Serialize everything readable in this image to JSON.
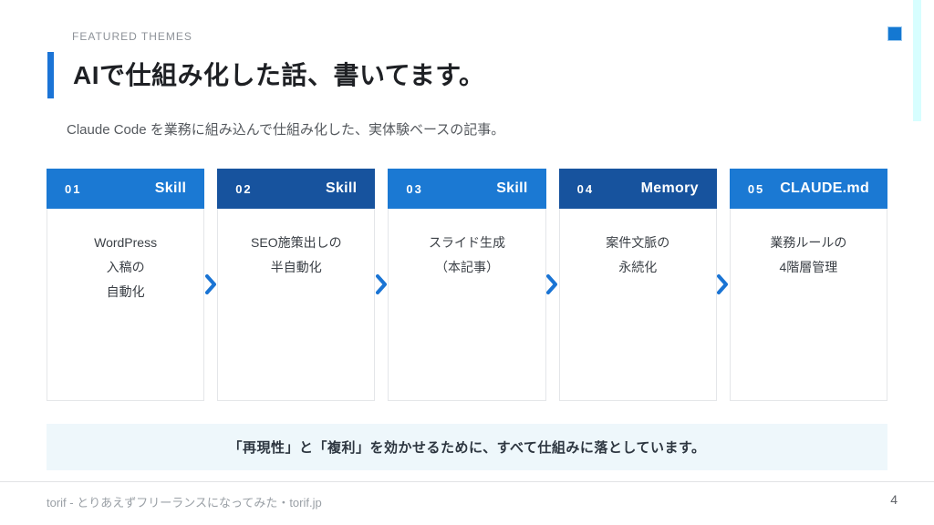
{
  "slide": {
    "eyebrow": "FEATURED THEMES",
    "title": "AIで仕組み化した話、書いてます。",
    "subtitle": "Claude Code を業務に組み込んで仕組み化した、実体験ベースの記事。",
    "banner": "「再現性」と「複利」を効かせるために、すべて仕組みに落としています。",
    "footer": "torif - とりあえずフリーランスになってみた・torif.jp",
    "page_number": "4"
  },
  "cards": [
    {
      "number": "01",
      "tag": "Skill",
      "variant": "light",
      "lines": [
        "WordPress",
        "入稿の",
        "自動化"
      ]
    },
    {
      "number": "02",
      "tag": "Skill",
      "variant": "dark",
      "lines": [
        "SEO施策出しの",
        "半自動化"
      ]
    },
    {
      "number": "03",
      "tag": "Skill",
      "variant": "light",
      "lines": [
        "スライド生成",
        "（本記事）"
      ]
    },
    {
      "number": "04",
      "tag": "Memory",
      "variant": "dark",
      "lines": [
        "案件文脈の",
        "永続化"
      ]
    },
    {
      "number": "05",
      "tag": "CLAUDE.md",
      "variant": "light",
      "lines": [
        "業務ルールの",
        "4階層管理"
      ]
    }
  ],
  "icons": {
    "step_separator": "chevron-right"
  },
  "colors": {
    "header_light_blue": "#1b79d3",
    "header_dark_blue": "#17539e",
    "accent_bar_blue": "#1b74d6",
    "chevron_blue": "#1a74d4",
    "banner_bg": "#eef7fb",
    "corner_square_blue": "#1478d2",
    "edge_stripe_cyan": "#d7feff"
  }
}
